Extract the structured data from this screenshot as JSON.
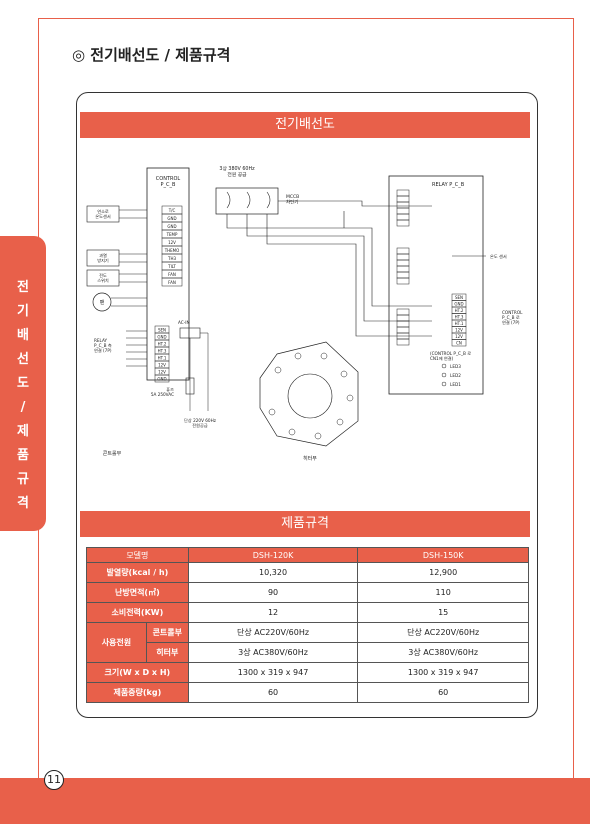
{
  "header": {
    "title": "◎ 전기배선도 / 제품규격"
  },
  "side_tab": {
    "label": "전\n기\n배\n선\n도\n/\n제\n품\n규\n격"
  },
  "wiring": {
    "title": "전기배선도",
    "control_pcb": "CONTROL\nP_C_B",
    "power_supply": "3상 380V 60Hz\n전원 공급",
    "mccb": "MCCB\n차단기",
    "relay_pcb": "RELAY P_C_B",
    "ctrl_terminals": [
      "T/C",
      "GND",
      "GND",
      "TEMP",
      "12V",
      "THEMO",
      "TH3",
      "TILT",
      "FAN",
      "FAN"
    ],
    "ctrl_terminals_lower": [
      "SEN",
      "GND",
      "HT.2",
      "HT.3",
      "HT.1",
      "12V",
      "12V",
      "GND"
    ],
    "sensor_labels": [
      "연소로\n온도센서",
      "과열\n방지기",
      "전도\n스위치",
      "팬"
    ],
    "relay_connector": "RELAY\nP_C_B 측\n연결 (7P)",
    "acin": "AC-IN",
    "fuse": "퓨즈\n5A 250VAC",
    "single_phase": "단상 220V 60Hz\n전원공급",
    "control_section": "콘트롤부",
    "heater_section": "히터부",
    "relay_temp_sensor": "온도 센서",
    "relay_right_terminals": [
      "SEN",
      "GND",
      "HT.2",
      "HT.3",
      "HT.1",
      "12V",
      "12V",
      "CN"
    ],
    "relay_control_connector": "CONTROL\nP_C_B 로\n연결 (7P)",
    "relay_cn_note": "(CONTROL P_C_B 로\nCN1에 연결)",
    "leds": [
      "LED3",
      "LED2",
      "LED1"
    ]
  },
  "specs": {
    "title": "제품규격",
    "header": [
      "모델명",
      "DSH-120K",
      "DSH-150K"
    ],
    "rows": [
      {
        "label": "발열량(kcal / h)",
        "v1": "10,320",
        "v2": "12,900"
      },
      {
        "label": "난방면적(㎡)",
        "v1": "90",
        "v2": "110"
      },
      {
        "label": "소비전력(KW)",
        "v1": "12",
        "v2": "15"
      }
    ],
    "power": {
      "label": "사용전원",
      "sub1": "콘트롤부",
      "sub1_v1": "단상 AC220V/60Hz",
      "sub1_v2": "단상 AC220V/60Hz",
      "sub2": "히터부",
      "sub2_v1": "3상 AC380V/60Hz",
      "sub2_v2": "3상 AC380V/60Hz"
    },
    "rows2": [
      {
        "label": "크기(W x D x H)",
        "v1": "1300 x 319 x 947",
        "v2": "1300 x 319 x 947"
      },
      {
        "label": "제품중량(kg)",
        "v1": "60",
        "v2": "60"
      }
    ]
  },
  "page_number": "11"
}
